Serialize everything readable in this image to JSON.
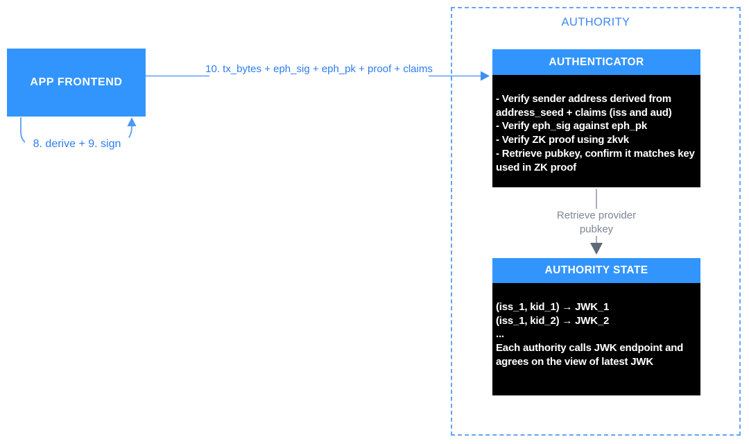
{
  "app_frontend": {
    "label": "APP FRONTEND"
  },
  "edges": {
    "tx_label": "10. tx_bytes + eph_sig + eph_pk + proof + claims",
    "derive_sign_label": "8. derive + 9. sign",
    "retrieve_pubkey_label": "Retrieve provider pubkey"
  },
  "authority": {
    "label": "AUTHORITY",
    "authenticator": {
      "title": "AUTHENTICATOR",
      "body": "- Verify sender address derived from address_seed + claims (iss and aud)\n- Verify eph_sig against eph_pk\n- Verify ZK proof using zkvk\n- Retrieve pubkey, confirm it matches key used in ZK proof"
    },
    "authority_state": {
      "title": "AUTHORITY STATE",
      "body": "(iss_1, kid_1) → JWK_1\n(iss_1, kid_2) → JWK_2\n...\nEach authority calls JWK endpoint and agrees on the view of latest JWK"
    }
  },
  "colors": {
    "node_blue": "#3295FE",
    "dashed_border_blue": "#64A3F7",
    "blue_label_text": "#2C7CEF",
    "authority_label_blue": "#3D87F0",
    "gray_label_text": "#7D8795",
    "gray_arrow": "#5E6A7B",
    "node_body_black": "#000000",
    "node_text_white": "#FFFFFF"
  }
}
